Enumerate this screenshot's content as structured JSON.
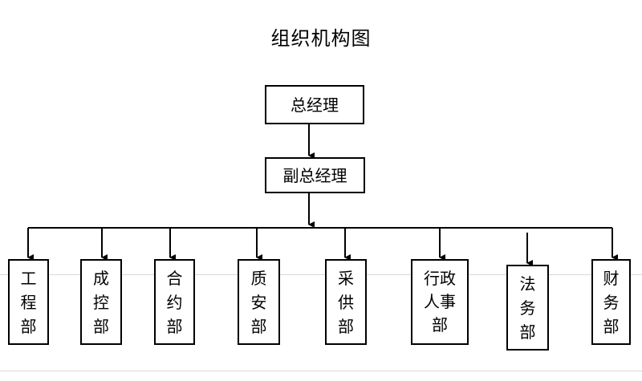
{
  "title": "组织机构图",
  "top": "总经理",
  "deputy": "副总经理",
  "departments": [
    "工程部",
    "成控部",
    "合约部",
    "质安部",
    "采供部",
    "行政人事部",
    "法务部",
    "财务部"
  ],
  "colors": {
    "line": "#000000",
    "border": "#000000",
    "background": "#ffffff",
    "rule": "#d8d8d8"
  }
}
